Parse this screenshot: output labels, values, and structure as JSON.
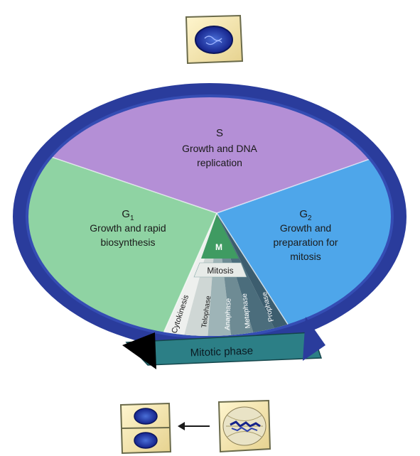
{
  "diagram": {
    "s_phase": {
      "letter": "S",
      "line1": "Growth and DNA",
      "line2": "replication",
      "color": "#b48fd6"
    },
    "g1_phase": {
      "letter": "G",
      "subscript": "1",
      "line1": "Growth and rapid",
      "line2": "biosynthesis",
      "color": "#8fd3a3"
    },
    "g2_phase": {
      "letter": "G",
      "subscript": "2",
      "line1": "Growth and",
      "line2": "preparation for",
      "line3": "mitosis",
      "color": "#4ea6ea"
    },
    "m_phase": {
      "label": "M",
      "color": "#3f9b62"
    },
    "mitosis_label": "Mitosis",
    "mitosis_stages": [
      "Cytokinesis",
      "Telophase",
      "Anaphase",
      "Metaphase",
      "Prophase"
    ],
    "mitotic_phase_label": "Mitotic phase",
    "ring_color": "#2a3c9c",
    "arrow_color": "#2c7f86"
  }
}
